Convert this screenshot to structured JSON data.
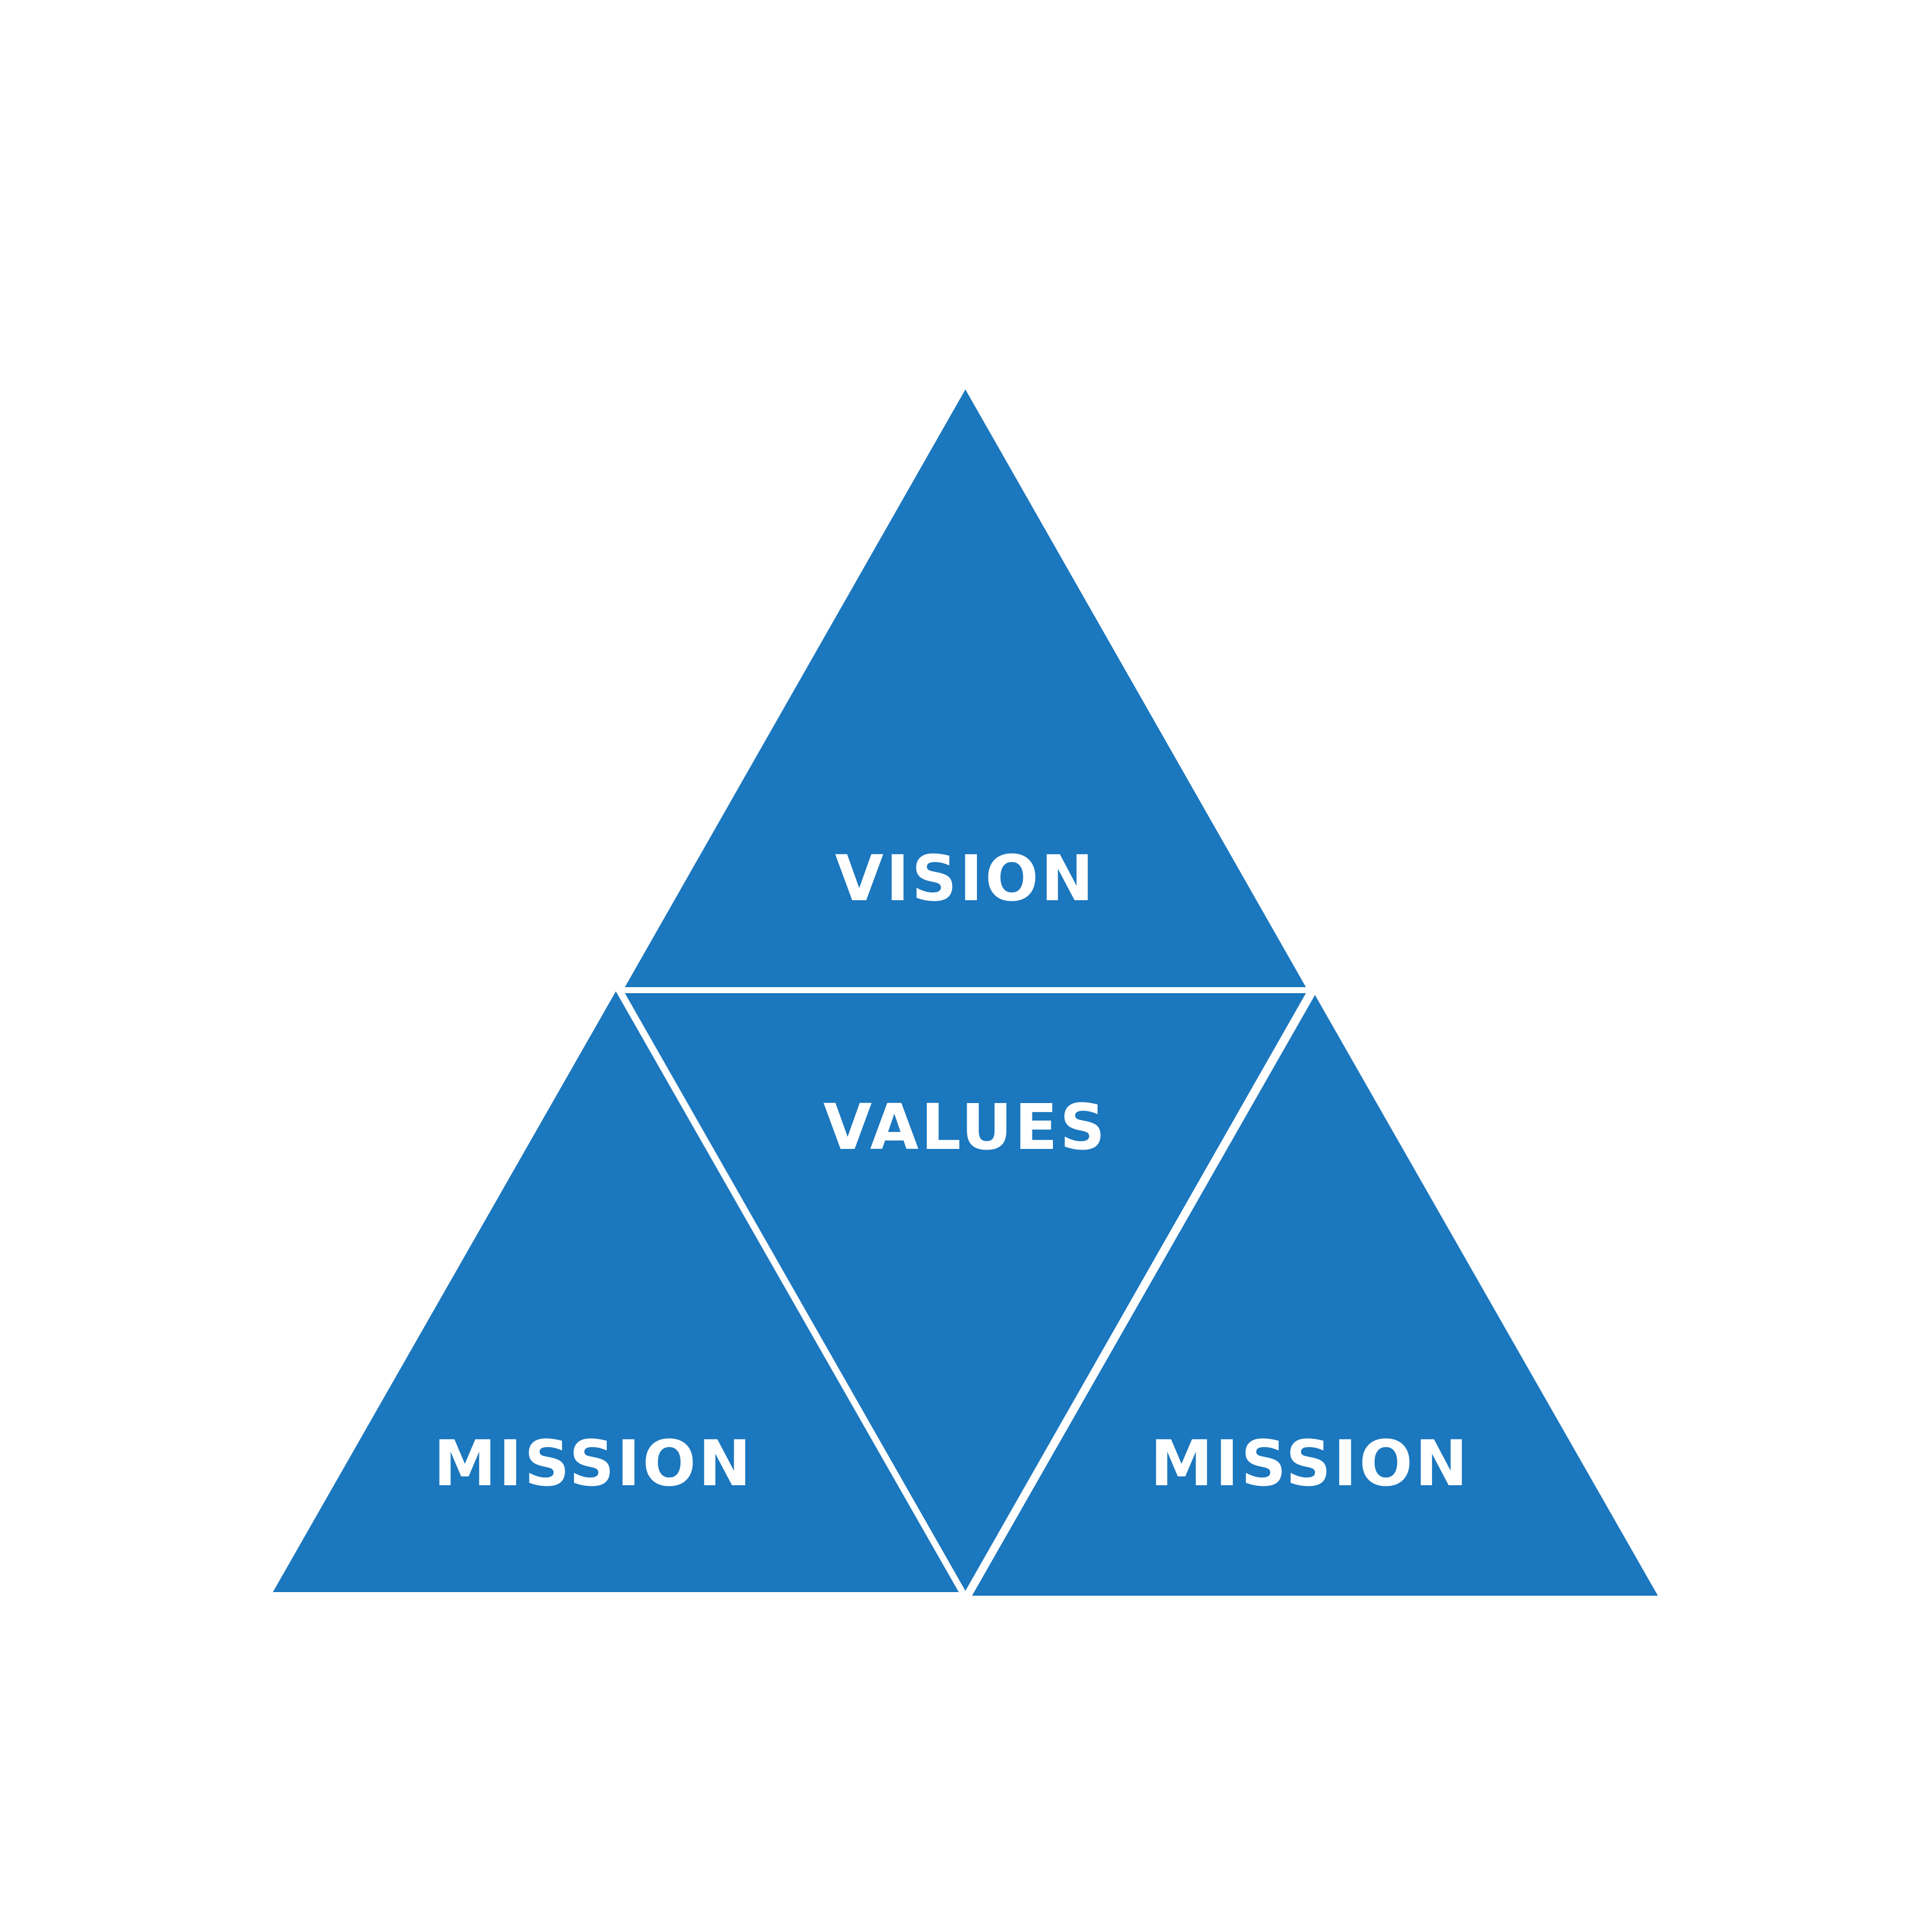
{
  "colors": {
    "background": "#ffffff",
    "segment_fill": "#1b77be",
    "label_text": "#ffffff"
  },
  "segments": {
    "top": {
      "label": "VISION"
    },
    "center": {
      "label": "VALUES"
    },
    "bottom_left": {
      "label": "MISSION"
    },
    "bottom_right": {
      "label": "MISSION"
    }
  }
}
